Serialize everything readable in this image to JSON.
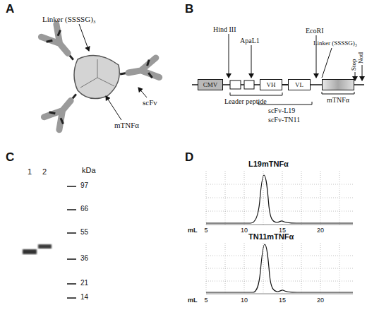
{
  "diagram": {
    "nodes": [
      {
        "text": [
          "CMV"
        ]
      },
      {
        "text": [
          "VH"
        ]
      },
      {
        "text": [
          "VL"
        ]
      },
      {
        "text": [
          "mTNFα"
        ]
      }
    ],
    "edges": [
      {
        "from": 1,
        "to": 2,
        "arrow": "none"
      }
    ],
    "labels": [
      "A",
      "Linker (SSSSG)₃",
      "scFv",
      "mTNFα",
      "B",
      "Hind III",
      "ApaL1",
      "EcoRI",
      "Linker (SSSSG)₃",
      "Stop",
      "NotI",
      "Leader peptide",
      "scFv-L19",
      "scFv-TN11",
      "C",
      "1",
      "2",
      "kDa",
      "97",
      "66",
      "55",
      "36",
      "21",
      "14",
      "D",
      "L19mTNFα",
      "mL",
      "5",
      "10",
      "15",
      "20",
      "TN11mTNFα",
      "mL",
      "5",
      "10",
      "15",
      "20"
    ]
  }
}
